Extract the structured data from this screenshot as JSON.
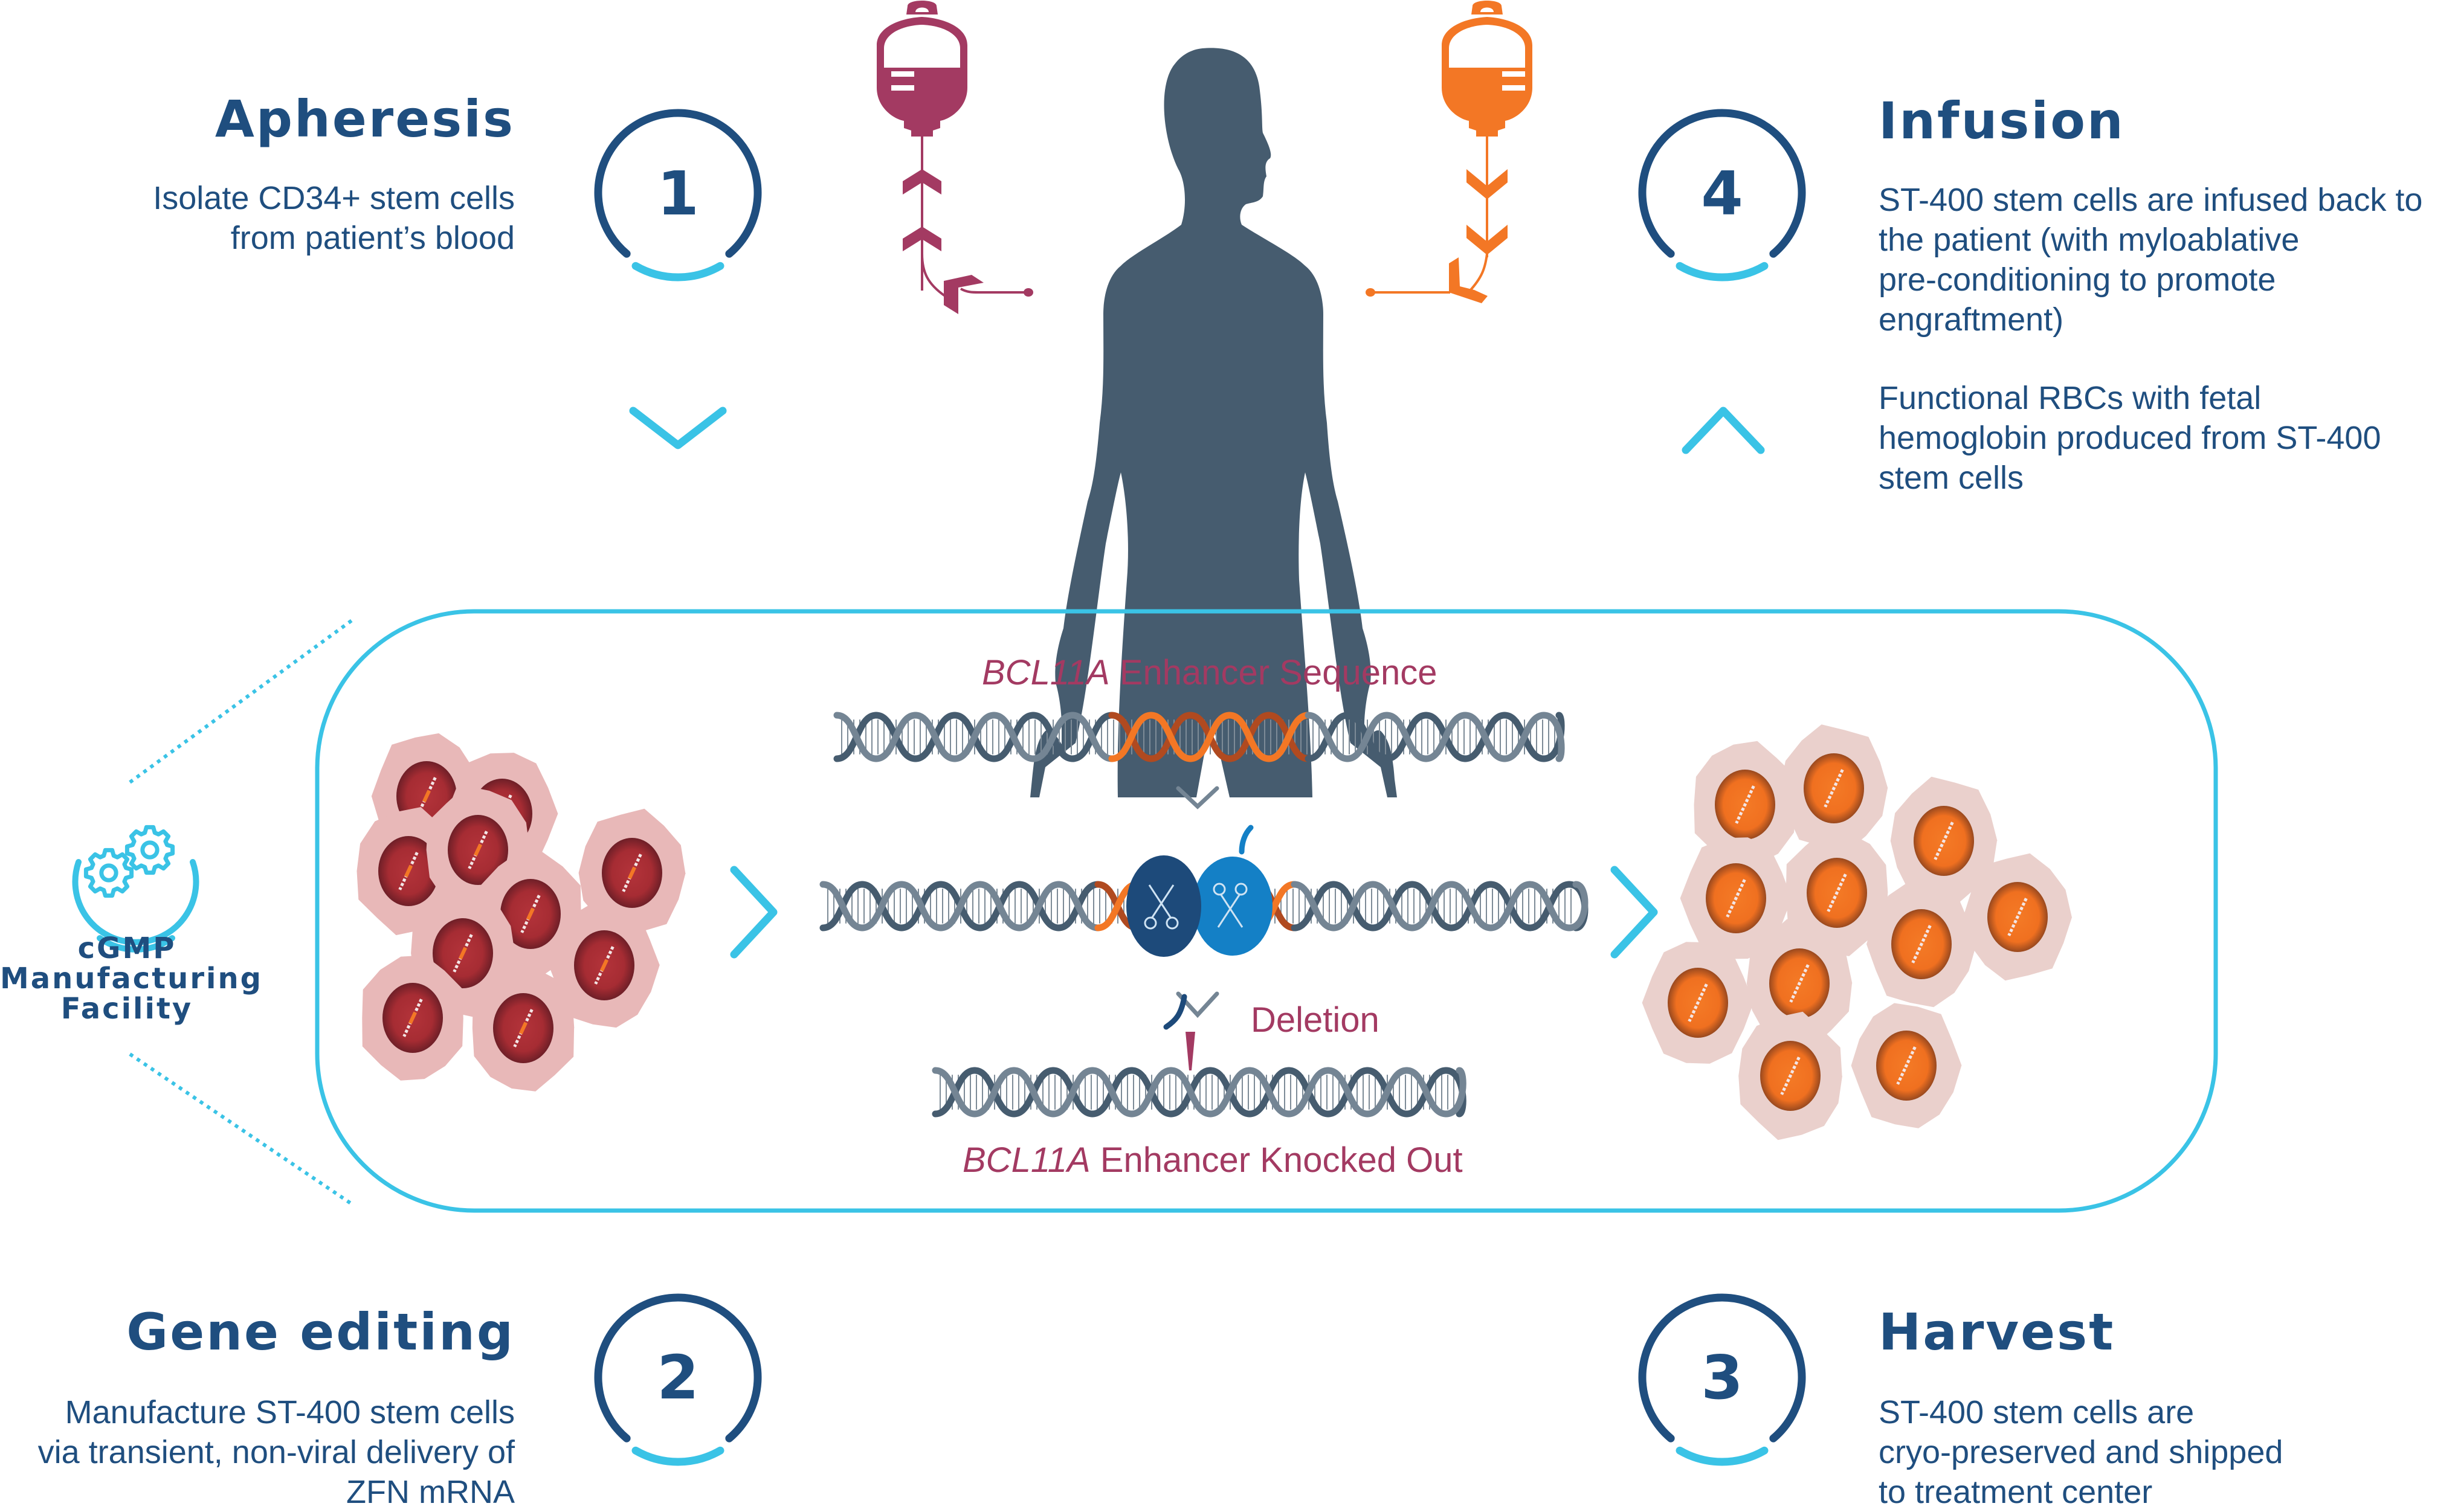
{
  "colors": {
    "navy": "#1f4e7f",
    "cyan": "#3ac3e6",
    "magenta": "#a33a62",
    "orange": "#f37725",
    "body_slate": "#465c6f",
    "dna_dark": "#465c6f",
    "dna_light": "#748594",
    "dna_orange_dark": "#b04a20",
    "cell_pink": "#e8b8b8",
    "cell_pink_light": "#ead0cc",
    "nucleus_red": "#a82c34",
    "zfn_dark": "#1d4a7a",
    "zfn_light": "#1480c6"
  },
  "steps": [
    {
      "number": "1",
      "title": "Apheresis",
      "description": [
        "Isolate CD34+ stem cells",
        "from patient’s blood"
      ],
      "arrow": "chevron-down"
    },
    {
      "number": "2",
      "title": "Gene editing",
      "description": [
        "Manufacture ST-400 stem cells",
        "via transient, non-viral delivery of",
        "ZFN mRNA"
      ]
    },
    {
      "number": "3",
      "title": "Harvest",
      "description": [
        "ST-400 stem cells are",
        "cryo-preserved and shipped",
        "to treatment center"
      ]
    },
    {
      "number": "4",
      "title": "Infusion",
      "description": [
        "ST-400 stem cells are infused back to",
        "the patient (with myloablative",
        "pre-conditioning to promote",
        "engraftment)"
      ],
      "description_2": [
        "Functional RBCs with fetal",
        "hemoglobin produced from ST-400",
        "stem cells"
      ],
      "arrow": "chevron-up"
    }
  ],
  "facility": {
    "icon": "gears-icon",
    "label_lines": [
      "cGMP",
      "Manufacturing",
      "Facility"
    ]
  },
  "gene_editing_panel": {
    "top_label_italic": "BCL11A",
    "top_label_rest": " Enhancer Sequence",
    "deletion_label": "Deletion",
    "bottom_label_italic": "BCL11A",
    "bottom_label_rest": " Enhancer Knocked Out",
    "nuclease_icon": "zfn-scissors-icon",
    "unedited_cell_count": 10,
    "edited_cell_count": 11
  },
  "iv_bags": [
    {
      "name": "apheresis-bag",
      "color": "magenta",
      "flow": "up"
    },
    {
      "name": "infusion-bag",
      "color": "orange",
      "flow": "down"
    }
  ]
}
